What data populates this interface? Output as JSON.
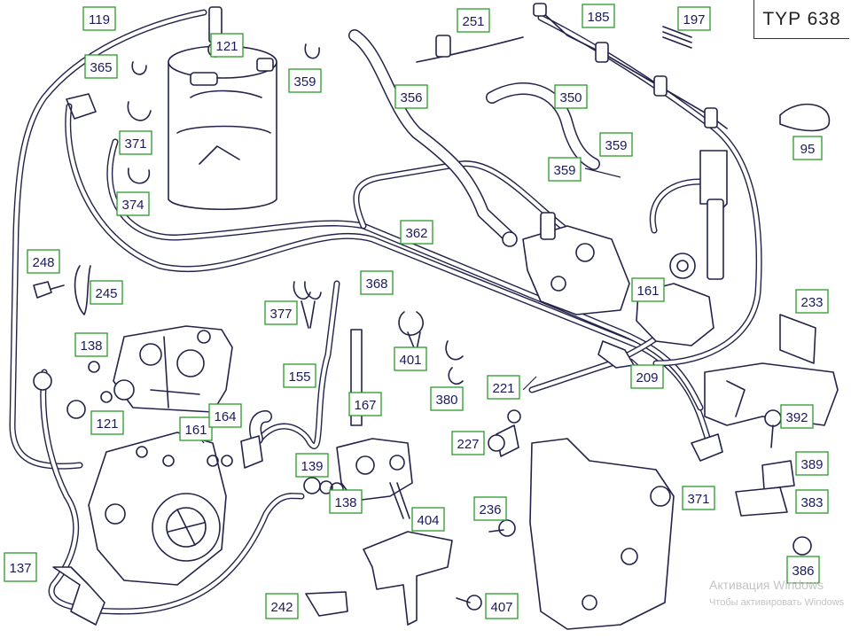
{
  "type_label": "TYP 638",
  "callouts": [
    "119",
    "121",
    "365",
    "359",
    "371",
    "374",
    "251",
    "356",
    "185",
    "197",
    "350",
    "95",
    "359",
    "359",
    "362",
    "248",
    "245",
    "377",
    "368",
    "161",
    "233",
    "138",
    "401",
    "155",
    "380",
    "221",
    "209",
    "121",
    "161",
    "164",
    "167",
    "392",
    "227",
    "139",
    "138",
    "389",
    "371",
    "383",
    "236",
    "404",
    "137",
    "386",
    "242",
    "407"
  ],
  "watermark": {
    "line1": "Активация Windows",
    "line2": "Чтобы активировать Windows"
  }
}
